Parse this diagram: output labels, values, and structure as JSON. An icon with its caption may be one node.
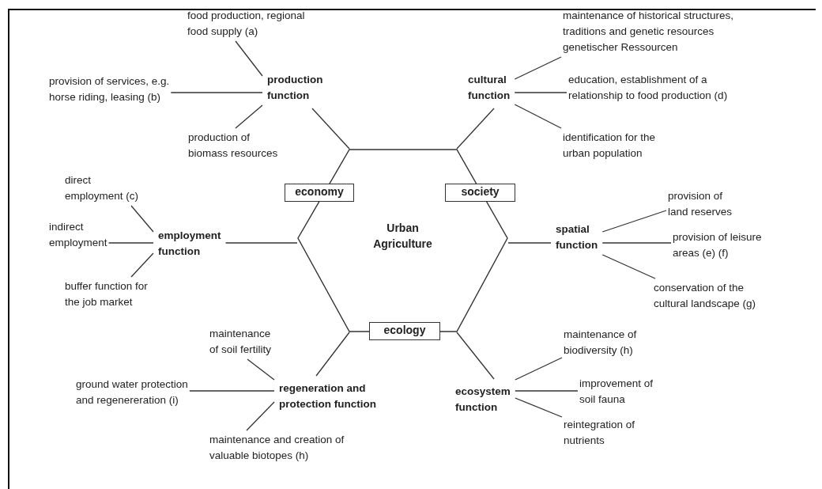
{
  "diagram": {
    "nodes": [
      {
        "text": [
          "Urban Agriculture"
        ]
      },
      {
        "text": [
          "economy"
        ]
      },
      {
        "text": [
          "society"
        ]
      },
      {
        "text": [
          "ecology"
        ]
      },
      {
        "text": [
          "production function"
        ]
      },
      {
        "text": [
          "food production, regional food supply (a)"
        ]
      },
      {
        "text": [
          "provision of services, e.g. horse riding, leasing (b)"
        ]
      },
      {
        "text": [
          "production of biomass resources"
        ]
      },
      {
        "text": [
          "cultural function"
        ]
      },
      {
        "text": [
          "maintenance of historical structures, traditions and genetic resources genetischer Ressourcen"
        ]
      },
      {
        "text": [
          "education, establishment of a relationship to food production (d)"
        ]
      },
      {
        "text": [
          "identification for the urban population"
        ]
      },
      {
        "text": [
          "employment function"
        ]
      },
      {
        "text": [
          "direct employment (c)"
        ]
      },
      {
        "text": [
          "indirect employment"
        ]
      },
      {
        "text": [
          "buffer function for the job market"
        ]
      },
      {
        "text": [
          "spatial function"
        ]
      },
      {
        "text": [
          "provision of land reserves"
        ]
      },
      {
        "text": [
          "provision of leisure areas (e) (f)"
        ]
      },
      {
        "text": [
          "conservation of the cultural landscape (g)"
        ]
      },
      {
        "text": [
          "regeneration and protection function"
        ]
      },
      {
        "text": [
          "maintenance of soil fertility"
        ]
      },
      {
        "text": [
          "ground water protection and regenereration (i)"
        ]
      },
      {
        "text": [
          "maintenance and creation of valuable biotopes (h)"
        ]
      },
      {
        "text": [
          "ecosystem function"
        ]
      },
      {
        "text": [
          "maintenance of biodiversity (h)"
        ]
      },
      {
        "text": [
          "improvement of soil fauna"
        ]
      },
      {
        "text": [
          "reintegration of nutrients"
        ]
      }
    ],
    "edges": [
      {
        "from": 0,
        "to": 4,
        "arrow": "none"
      },
      {
        "from": 0,
        "to": 8,
        "arrow": "none"
      },
      {
        "from": 0,
        "to": 12,
        "arrow": "none"
      },
      {
        "from": 0,
        "to": 16,
        "arrow": "none"
      },
      {
        "from": 0,
        "to": 20,
        "arrow": "none"
      },
      {
        "from": 0,
        "to": 24,
        "arrow": "none"
      },
      {
        "from": 4,
        "to": 5,
        "arrow": "none"
      },
      {
        "from": 4,
        "to": 6,
        "arrow": "none"
      },
      {
        "from": 4,
        "to": 7,
        "arrow": "none"
      },
      {
        "from": 8,
        "to": 9,
        "arrow": "none"
      },
      {
        "from": 8,
        "to": 10,
        "arrow": "none"
      },
      {
        "from": 8,
        "to": 11,
        "arrow": "none"
      },
      {
        "from": 12,
        "to": 13,
        "arrow": "none"
      },
      {
        "from": 12,
        "to": 14,
        "arrow": "none"
      },
      {
        "from": 12,
        "to": 15,
        "arrow": "none"
      },
      {
        "from": 16,
        "to": 17,
        "arrow": "none"
      },
      {
        "from": 16,
        "to": 18,
        "arrow": "none"
      },
      {
        "from": 16,
        "to": 19,
        "arrow": "none"
      },
      {
        "from": 20,
        "to": 21,
        "arrow": "none"
      },
      {
        "from": 20,
        "to": 22,
        "arrow": "none"
      },
      {
        "from": 20,
        "to": 23,
        "arrow": "none"
      },
      {
        "from": 24,
        "to": 25,
        "arrow": "none"
      },
      {
        "from": 24,
        "to": 26,
        "arrow": "none"
      },
      {
        "from": 24,
        "to": 27,
        "arrow": "none"
      }
    ]
  }
}
